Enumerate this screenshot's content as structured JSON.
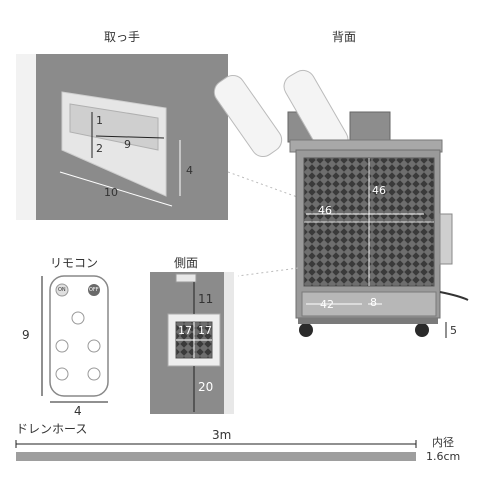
{
  "labels": {
    "handle": "取っ手",
    "back": "背面",
    "remote": "リモコン",
    "side": "側面",
    "drain_hose": "ドレンホース",
    "inner_diameter_label": "内径",
    "inner_diameter_value": "1.6cm"
  },
  "handle_dims": {
    "a": "1",
    "b": "2",
    "c": "9",
    "d": "4",
    "e": "10"
  },
  "back_dims": {
    "grille_h": "46",
    "grille_w": "46",
    "base_w": "42",
    "base_gap": "8",
    "wheel": "5"
  },
  "remote_dims": {
    "height": "9",
    "width": "4"
  },
  "remote_buttons": {
    "on": "ON",
    "off": "OFF"
  },
  "side_dims": {
    "top": "11",
    "opening_w": "17",
    "opening_h": "17",
    "bottom": "20"
  },
  "hose": {
    "length": "3m"
  },
  "colors": {
    "panel_gray": "#8b8b8b",
    "unit_gray": "#9a9a9a",
    "hose_gray": "#9e9e9e"
  }
}
